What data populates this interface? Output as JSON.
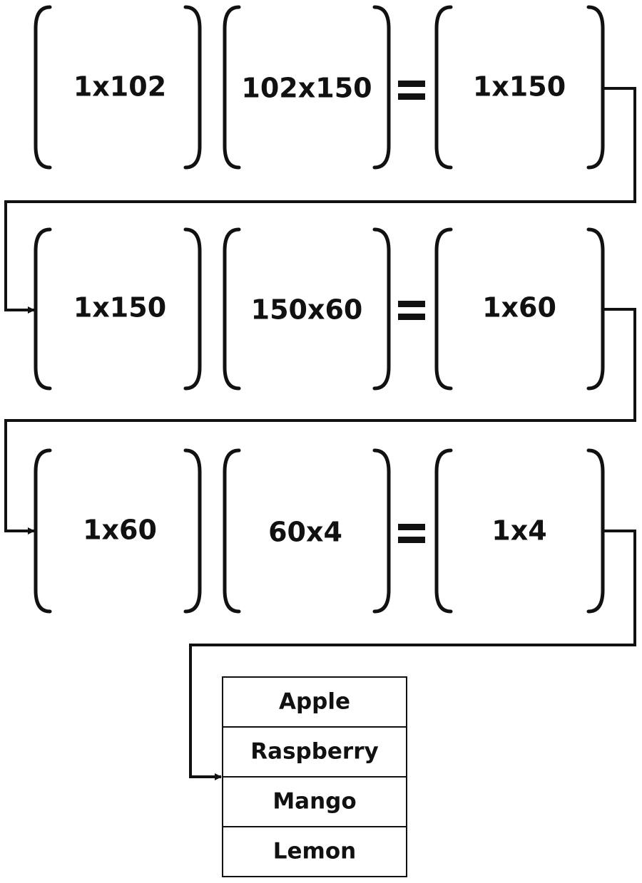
{
  "rows": [
    {
      "left": "1x102",
      "right": "102x150",
      "equals": "=",
      "result": "1x150"
    },
    {
      "left": "1x150",
      "right": "150x60",
      "equals": "=",
      "result": "1x60"
    },
    {
      "left": "1x60",
      "right": "60x4",
      "equals": "=",
      "result": "1x4"
    }
  ],
  "output_classes": [
    "Apple",
    "Raspberry",
    "Mango",
    "Lemon"
  ],
  "colors": {
    "ink": "#111111",
    "background": "#ffffff"
  }
}
